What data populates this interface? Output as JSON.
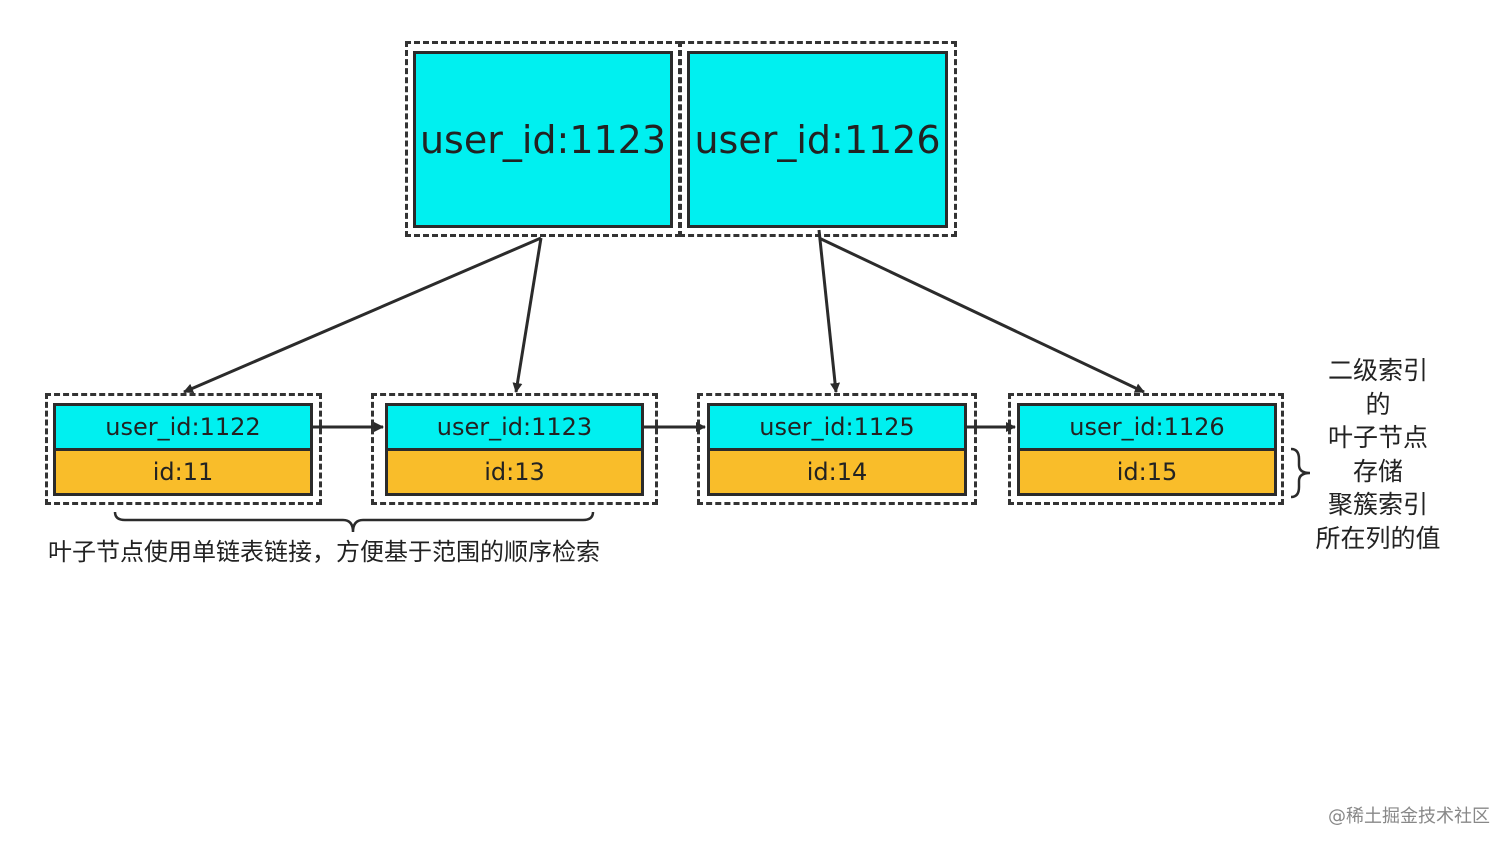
{
  "colors": {
    "key_fill": "#00f0f0",
    "value_fill": "#f9bd2a",
    "line": "#2b2b2b",
    "dash": "#333333"
  },
  "root": {
    "keys": [
      "user_id:1123",
      "user_id:1126"
    ]
  },
  "leaves": [
    {
      "key": "user_id:1122",
      "value": "id:11"
    },
    {
      "key": "user_id:1123",
      "value": "id:13"
    },
    {
      "key": "user_id:1125",
      "value": "id:14"
    },
    {
      "key": "user_id:1126",
      "value": "id:15"
    }
  ],
  "annotations": {
    "linked_list_note": "叶子节点使用单链表链接，方便基于范围的顺序检索",
    "leaf_storage_note": [
      "二级索引",
      "的",
      "叶子节点",
      "存储",
      "聚簇索引",
      "所在列的值"
    ]
  },
  "watermark": "@稀土掘金技术社区"
}
